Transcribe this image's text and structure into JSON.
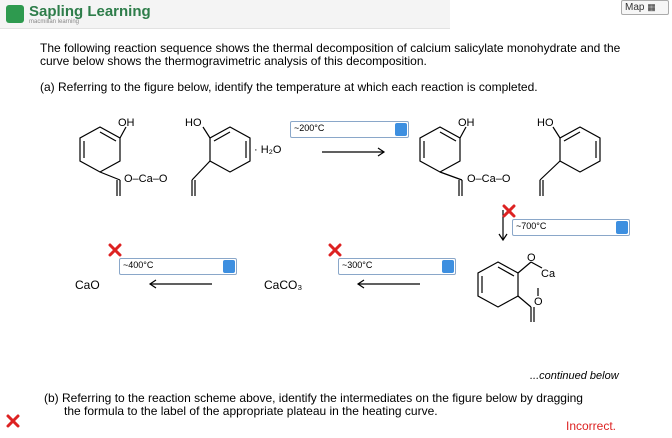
{
  "header": {
    "brand": "Sapling Learning",
    "brand_sub": "macmillan learning",
    "map_label": "Map"
  },
  "question": {
    "intro": "The following reaction sequence shows the thermal decomposition of calcium salicylate monohydrate and the curve below shows the thermogravimetric analysis of this decomposition.",
    "part_a": "(a) Referring to the figure below, identify the temperature at which each reaction is completed.",
    "continued": "...continued below",
    "part_b_line1": "(b) Referring to the reaction scheme above, identify the intermediates on the figure below by dragging",
    "part_b_line2": "the formula to the label of the appropriate plateau in the heating curve.",
    "status": "Incorrect."
  },
  "dropdowns": [
    {
      "value": "~200°C"
    },
    {
      "value": "~700°C"
    },
    {
      "value": "~300°C"
    },
    {
      "value": "~400°C"
    }
  ],
  "molecules": {
    "oh": "OH",
    "ho": "HO",
    "hydrate": "· H₂O",
    "chain": "O–Ca–O",
    "o": "O",
    "ca": "Ca",
    "cao": "CaO",
    "caco3": "CaCO₃"
  },
  "colors": {
    "brand": "#2e7d4a",
    "error": "#dd2222",
    "dropdown_button": "#3d8fe0"
  }
}
